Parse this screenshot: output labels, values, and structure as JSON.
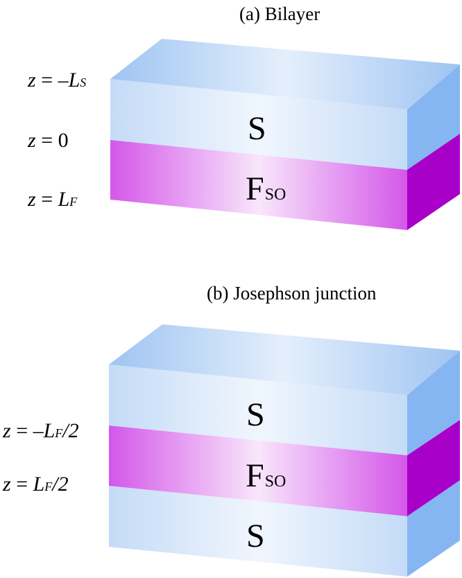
{
  "panel_a": {
    "title": "(a) Bilayer",
    "layers": [
      {
        "id": "S",
        "label": "S",
        "subscript": ""
      },
      {
        "id": "F",
        "label": "F",
        "subscript": "SO"
      }
    ],
    "z_labels": [
      {
        "prefix": "z",
        "eq": " = –",
        "var": "L",
        "sub": "S",
        "suffix": ""
      },
      {
        "prefix": "z",
        "eq": " = 0",
        "var": "",
        "sub": "",
        "suffix": ""
      },
      {
        "prefix": "z",
        "eq": " = ",
        "var": "L",
        "sub": "F",
        "suffix": ""
      }
    ]
  },
  "panel_b": {
    "title": "(b) Josephson junction",
    "layers": [
      {
        "id": "S1",
        "label": "S",
        "subscript": ""
      },
      {
        "id": "F",
        "label": "F",
        "subscript": "SO"
      },
      {
        "id": "S2",
        "label": "S",
        "subscript": ""
      }
    ],
    "z_labels": [
      {
        "prefix": "z",
        "eq": " = –",
        "var": "L",
        "sub": "F",
        "suffix": "/2"
      },
      {
        "prefix": "z",
        "eq": " = ",
        "var": "L",
        "sub": "F",
        "suffix": "/2"
      }
    ]
  },
  "colors": {
    "s_front_edge": "#c7dcf7",
    "s_front_center": "#eef5fd",
    "s_top": "#a9cbf3",
    "s_side": "#84b4f2",
    "f_front_edge": "#d35be8",
    "f_front_center": "#f7e4fb",
    "f_side": "#a800c8"
  }
}
